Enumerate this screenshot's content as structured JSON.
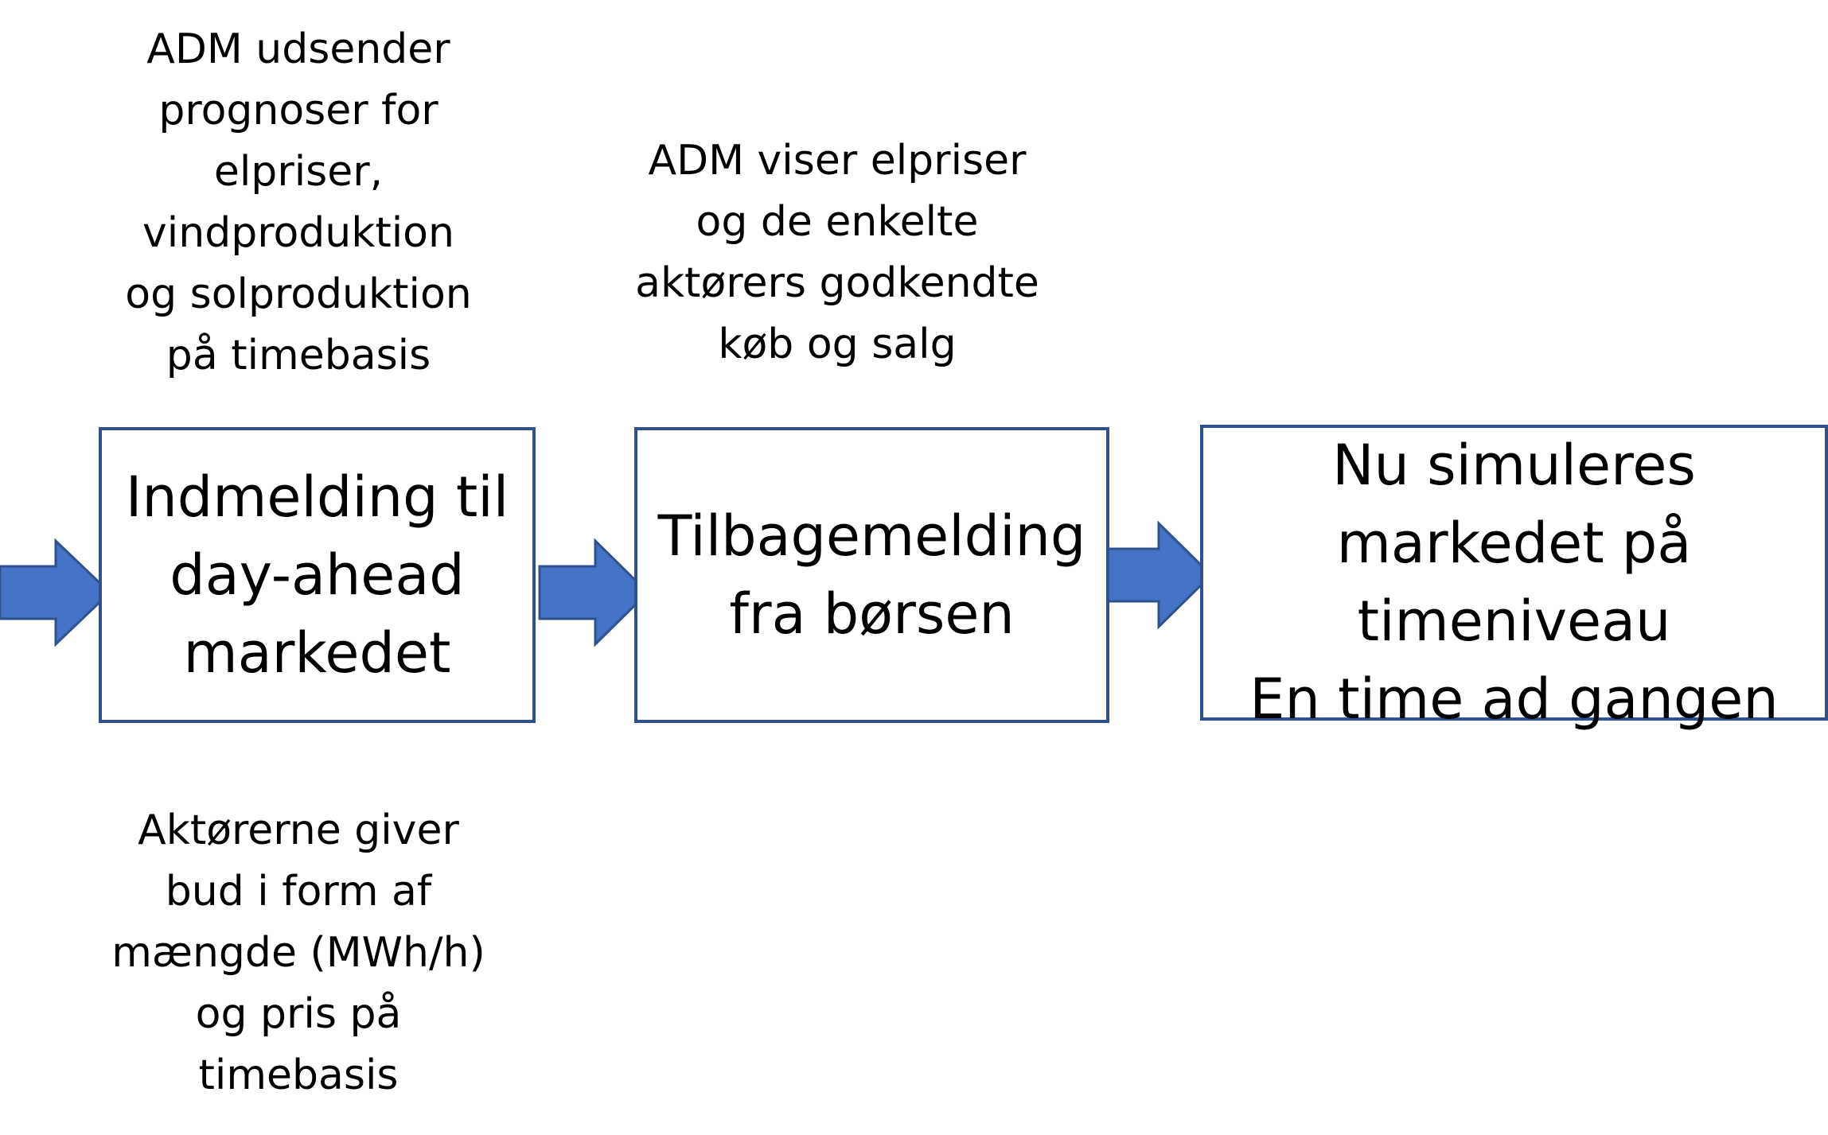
{
  "diagram": {
    "colors": {
      "arrow_fill": "#4472C4",
      "arrow_stroke": "#2F528F",
      "box_border": "#2F528F"
    },
    "notes": {
      "top_left": "ADM udsender\nprognoser for\nelpriser,\nvindproduktion\nog solproduktion\npå timebasis",
      "top_middle": "ADM viser elpriser\nog de enkelte\naktørers godkendte\nkøb og salg",
      "bottom_left": "Aktørerne giver\nbud i form af\nmængde (MWh/h)\nog pris på\ntimebasis"
    },
    "boxes": [
      {
        "label": "Indmelding til\nday-ahead\nmarkedet"
      },
      {
        "label": "Tilbagemelding\nfra børsen"
      },
      {
        "label": "Nu simuleres\nmarkedet på\ntimeniveau\nEn time ad gangen"
      }
    ]
  }
}
